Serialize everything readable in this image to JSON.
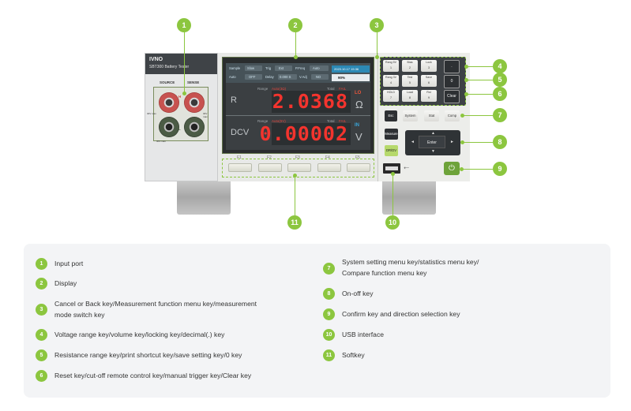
{
  "device": {
    "brand_logo": "IVNO",
    "model": "SBT300 Battery Tester",
    "ports": {
      "source": "SOURCE",
      "sense": "SENSE",
      "hi": "H",
      "lo": "L",
      "note_left": "30V max",
      "note_right": "30V max",
      "note_bottom": "30V max"
    },
    "screen": {
      "bar": {
        "sample_label": "Sample",
        "sample_value": "Slow",
        "trig_label": "Trig",
        "trig_value": "Ext",
        "pfreq_label": "P.Freq",
        "pfreq_value": "Auto",
        "date": "2023.10.17 15:36",
        "auto_label": "Auto",
        "auto_value": "OFF",
        "delay_label": "Delay",
        "delay_value": "0.000 S",
        "vadj_label": "V.Adj",
        "vadj_value": "NO",
        "percent": "90%"
      },
      "rows": [
        {
          "range_label": "Range",
          "range_value": "Auto(3Ω)",
          "total_label": "Total",
          "total_value": "FAIL",
          "function": "R",
          "reading": "2.0368",
          "flag": "LO",
          "unit": "Ω"
        },
        {
          "range_label": "Range",
          "range_value": "Auto(5V)",
          "total_label": "Total",
          "total_value": "FAIL",
          "function": "DCV",
          "reading": "0.00002",
          "flag": "IN",
          "unit": "V"
        }
      ]
    },
    "softkey_labels": [
      "F1",
      "F2",
      "F3",
      "F4",
      "F5"
    ],
    "keypad": [
      [
        "Rang 5V",
        "Bias",
        "Lock"
      ],
      [
        "Rang 3V",
        "Test",
        "Save"
      ],
      [
        "HOLD",
        "Load",
        "Rst"
      ]
    ],
    "keypad_sub": [
      [
        "1",
        "2",
        "3"
      ],
      [
        "4",
        "5",
        "6"
      ],
      [
        "7",
        "8",
        "9"
      ]
    ],
    "keypad_side": [
      ".",
      "0",
      "Clear"
    ],
    "function_keys": {
      "esc": "Esc",
      "system": "System",
      "stat": "Stat",
      "comp": "Comp",
      "measure": "Measure",
      "drdcv": "DR/DV"
    },
    "nav": {
      "enter": "Enter",
      "up": "▲",
      "down": "▼",
      "left": "◄",
      "right": "►"
    },
    "usb_symbol": "⭠",
    "power_symbol": "⏻"
  },
  "callouts": [
    "1",
    "2",
    "3",
    "4",
    "5",
    "6",
    "7",
    "8",
    "9",
    "10",
    "11"
  ],
  "legend": [
    {
      "num": "1",
      "text": "Input port"
    },
    {
      "num": "2",
      "text": "Display"
    },
    {
      "num": "3",
      "text_line1": "Cancel or Back key/Measurement function menu key/measurement",
      "text_line2": "mode switch key"
    },
    {
      "num": "4",
      "text": "Voltage range key/volume key/locking key/decimal(.) key"
    },
    {
      "num": "5",
      "text": "Resistance range key/print shortcut key/save setting key/0 key"
    },
    {
      "num": "6",
      "text": "Reset key/cut-off remote control key/manual trigger key/Clear key"
    },
    {
      "num": "7",
      "text_line1": "System setting menu key/statistics menu key/",
      "text_line2": "Compare function menu key"
    },
    {
      "num": "8",
      "text": "On-off key"
    },
    {
      "num": "9",
      "text": "Confirm key and direction selection key"
    },
    {
      "num": "10",
      "text": "USB interface"
    },
    {
      "num": "11",
      "text": "Softkey"
    }
  ],
  "colors": {
    "accent": "#8cc63f",
    "reading": "#f3342e",
    "date_bar": "#2c89b5"
  }
}
